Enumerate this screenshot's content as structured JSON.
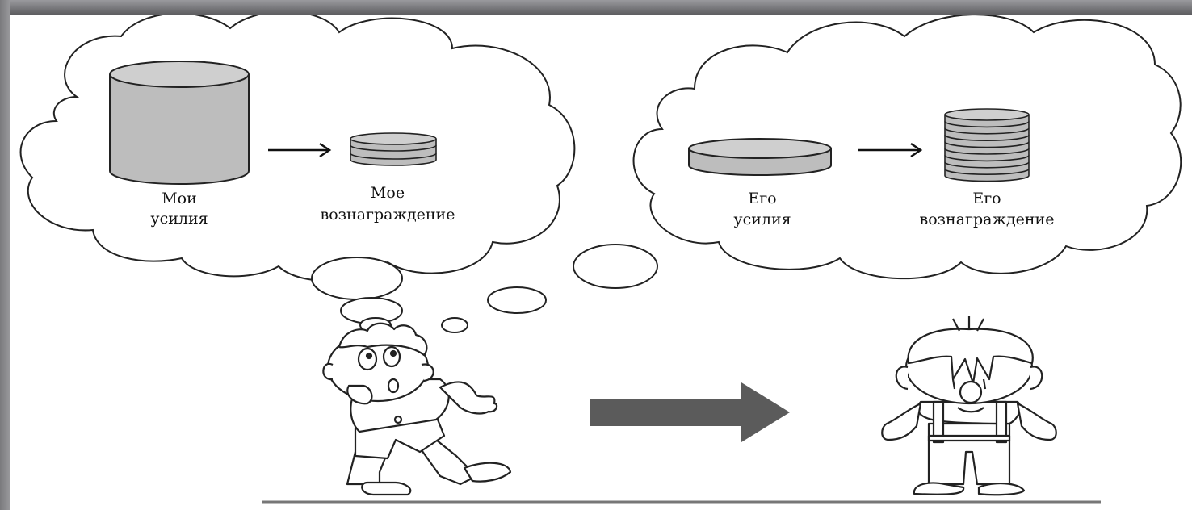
{
  "left_thought": {
    "effort_label_line1": "Мои",
    "effort_label_line2": "усилия",
    "reward_label_line1": "Мое",
    "reward_label_line2": "вознаграждение"
  },
  "right_thought": {
    "effort_label_line1": "Его",
    "effort_label_line2": "усилия",
    "reward_label_line1": "Его",
    "reward_label_line2": "вознаграждение"
  },
  "colors": {
    "cylinder_fill": "#bdbdbd",
    "cylinder_top": "#cfcfcf",
    "arrow_big": "#5b5b5b",
    "ground_line": "#777777"
  }
}
